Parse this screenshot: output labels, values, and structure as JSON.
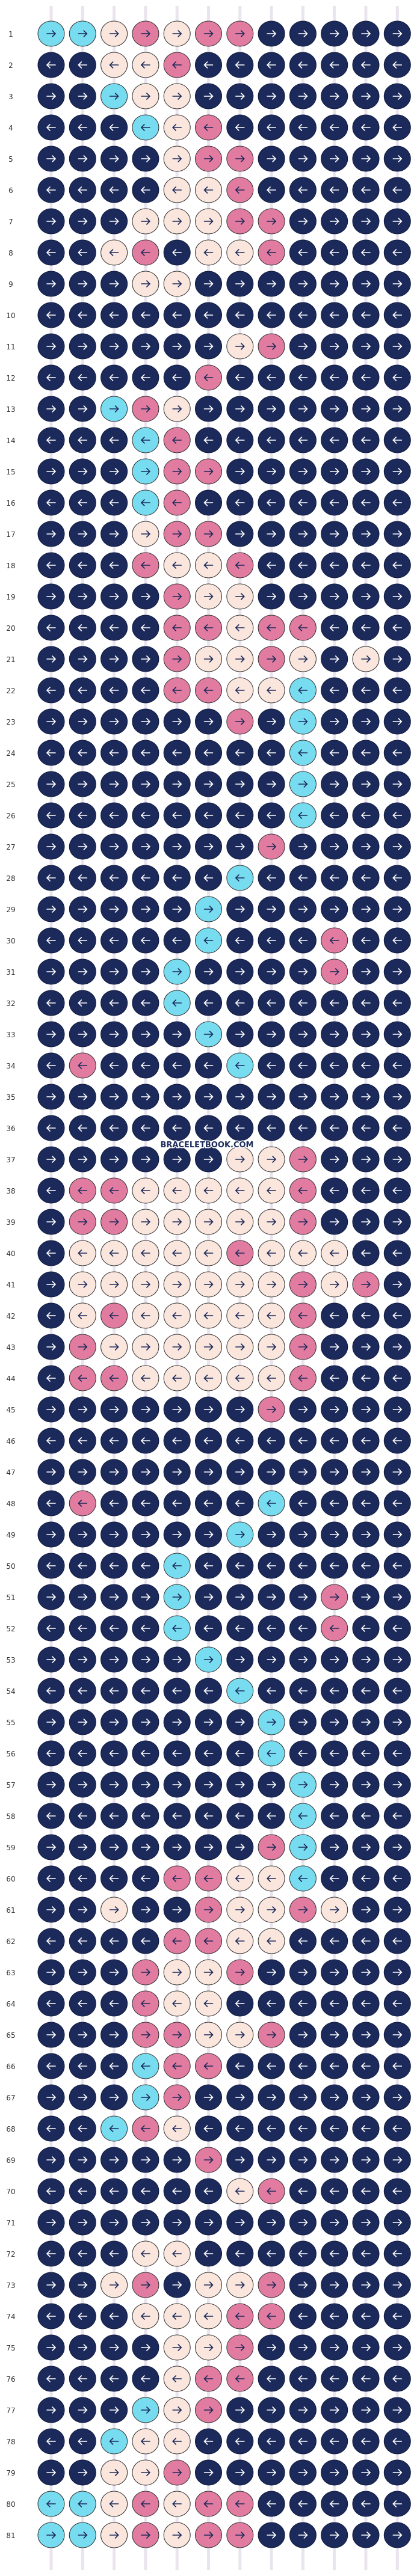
{
  "site": {
    "watermark": "BRACELETBOOK.COM"
  },
  "pattern": {
    "type": "alpha",
    "rows": 81,
    "columns": 12,
    "colors": {
      "A": "#1b2a5b",
      "B": "#78dcf0",
      "C": "#fbe6dd",
      "D": "#e27ba0"
    },
    "color_names": {
      "A": "navy",
      "B": "light-blue",
      "C": "peach",
      "D": "pink"
    },
    "row_labels": [
      "1",
      "2",
      "3",
      "4",
      "5",
      "6",
      "7",
      "8",
      "9",
      "10",
      "11",
      "12",
      "13",
      "14",
      "15",
      "16",
      "17",
      "18",
      "19",
      "20",
      "21",
      "22",
      "23",
      "24",
      "25",
      "26",
      "27",
      "28",
      "29",
      "30",
      "31",
      "32",
      "33",
      "34",
      "35",
      "36",
      "37",
      "38",
      "39",
      "40",
      "41",
      "42",
      "43",
      "44",
      "45",
      "46",
      "47",
      "48",
      "49",
      "50",
      "51",
      "52",
      "53",
      "54",
      "55",
      "56",
      "57",
      "58",
      "59",
      "60",
      "61",
      "62",
      "63",
      "64",
      "65",
      "66",
      "67",
      "68",
      "69",
      "70",
      "71",
      "72",
      "73",
      "74",
      "75",
      "76",
      "77",
      "78",
      "79",
      "80",
      "81"
    ],
    "grid": [
      "BBCDCDDAAAAA",
      "AACCDAAAAAAA",
      "AABCCAAAAAAA",
      "AAABCDAAAAAA",
      "AAAACDDAAAAA",
      "AAAACCDAAAAA",
      "AAACCCDDAAAA",
      "AACDACCDAAAA",
      "AAACCAAAAAAA",
      "AAAAAAAAAAAA",
      "AAAAAACDAAAA",
      "AAAAADAAAAAA",
      "AABDCAAAAAAA",
      "AAABDAAAAAAA",
      "AAABDDAAAAAA",
      "AAABDAAAAAAA",
      "AAACDDAAAAAA",
      "AAADCCDAAAAA",
      "AAAADCCAAAAA",
      "AAAADDCDDAAA",
      "AAAADCCDCACA",
      "AAAADDCCBAAA",
      "AAAAAADABAAA",
      "AAAAAAAABAAA",
      "AAAAAAAABAAA",
      "AAAAAAAABAAA",
      "AAAAAAADAAAA",
      "AAAAAABAAAAA",
      "AAAAABAAAAAA",
      "AAAAABAAADAA",
      "AAAABAAAADAA",
      "AAAABAAAAAAA",
      "AAAAABAAAAAA",
      "ADAAAABAAAAA",
      "AAAAAAAAAAAA",
      "AAAAAAAAAAAA",
      "AAAAAACCDAAA",
      "ADDCCCCCDAAA",
      "ADDCCCCCDAAA",
      "ACCCCCDCCCAA",
      "ACCCCCCCDCDA",
      "ACDCCCCCDAAA",
      "ADCCCCCCDAAA",
      "ADDCCCCCDAAA",
      "AAAAAAADAAAA",
      "AAAAAAAAAAAA",
      "AAAAAAAAAAAA",
      "ADAAAAABAAAA",
      "AAAAAABAAAAA",
      "AAAABAAAAAAA",
      "AAAABAAAADAA",
      "AAAABAAAADAA",
      "AAAAABAAAAAA",
      "AAAAAABAAAAA",
      "AAAAAAABAAAA",
      "AAAAAAABAAAA",
      "AAAAAAAABAAA",
      "AAAAAAAABAAA",
      "AAAAAAADBAAA",
      "AAAADDCCBAAA",
      "AACAADCCDCAA",
      "AAAADDCCAAAA",
      "AAADCCDAAAAA",
      "AAADCCAAAAAA",
      "AAADDCCDAAAA",
      "AAABDDAAAAAA",
      "AAABDAAAAAAA",
      "AABDCAAAAAAA",
      "AAAAADAAAAAA",
      "AAAAAACDAAAA",
      "AAAAAAAAAAAA",
      "AAACCAAAAAAA",
      "AACDACCDAAAA",
      "AAACCCDDAAAA",
      "AAAACCDAAAAA",
      "AAAACDDAAAAA",
      "AAABCDAAAAAA",
      "AABCCAAAAAAA",
      "AACCDAAAAAAA",
      "BBCDCDDAAAAA",
      "BBCDCDDAAAAA"
    ]
  }
}
